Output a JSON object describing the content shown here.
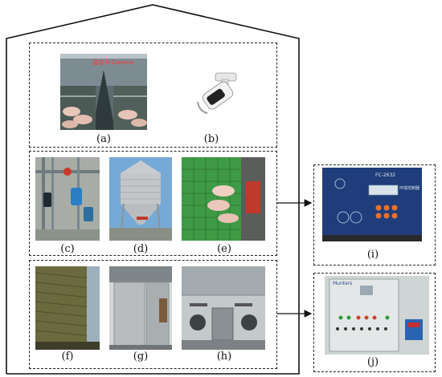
{
  "labels": {
    "a": "(a)",
    "b": "(b)",
    "c": "(c)",
    "d": "(d)",
    "e": "(e)",
    "f": "(f)",
    "g": "(g)",
    "h": "(h)",
    "i": "(i)",
    "j": "(j)"
  },
  "photo_text": {
    "camera_overlay": "监控 H Camera",
    "controller_model": "FC-2632",
    "controller_sub": "环境控制器",
    "panel_brand": "Munters"
  },
  "colors": {
    "outline": "#111111",
    "feeder_panel": "#1f3d7a",
    "pen_green": "#3f9a46",
    "cooling_pad": "#6b6a3e",
    "red_button": "#d0432a"
  }
}
